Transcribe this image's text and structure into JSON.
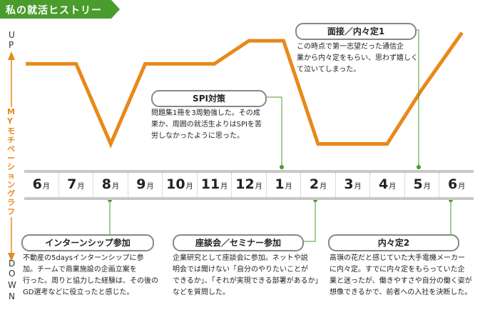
{
  "title": "私の就活ヒストリー",
  "axis": {
    "up": [
      "U",
      "P"
    ],
    "vertical": [
      "M",
      "Y",
      "モ",
      "チ",
      "ベ",
      "ー",
      "シ",
      "ョ",
      "ン",
      "グ",
      "ラ",
      "フ"
    ],
    "down": [
      "D",
      "O",
      "W",
      "N"
    ]
  },
  "months": [
    {
      "num": "6",
      "unit": "月"
    },
    {
      "num": "7",
      "unit": "月"
    },
    {
      "num": "8",
      "unit": "月"
    },
    {
      "num": "9",
      "unit": "月"
    },
    {
      "num": "10",
      "unit": "月"
    },
    {
      "num": "11",
      "unit": "月"
    },
    {
      "num": "12",
      "unit": "月"
    },
    {
      "num": "1",
      "unit": "月"
    },
    {
      "num": "2",
      "unit": "月"
    },
    {
      "num": "3",
      "unit": "月"
    },
    {
      "num": "4",
      "unit": "月"
    },
    {
      "num": "5",
      "unit": "月"
    },
    {
      "num": "6",
      "unit": "月"
    }
  ],
  "callouts": {
    "interview": {
      "label": "面接／内々定1",
      "lines": [
        "この時点で第一志望だった通信企",
        "業から内々定をもらい、思わず嬉しく",
        "て泣いてしまった。"
      ]
    },
    "spi": {
      "label": "SPI対策",
      "lines": [
        "問題集1冊を3周勉強した。その成",
        "果か、周囲の就活生よりはSPIを苦",
        "労しなかったように思った。"
      ]
    },
    "internship": {
      "label": "インターンシップ参加",
      "lines": [
        "不動産の5daysインターンシップに参",
        "加。チームで商業施設の企画立案を",
        "行った。周りと協力した経験は、その後の",
        "GD選考などに役立ったと感じた。"
      ]
    },
    "seminar": {
      "label": "座談会／セミナー参加",
      "lines": [
        "企業研究として座談会に参加。ネットや説",
        "明会では聞けない「自分のやりたいことが",
        "できるか」、「それが実現できる部署があるか」",
        "などを質問した。"
      ]
    },
    "naitei2": {
      "label": "内々定2",
      "lines": [
        "高嶺の花だと感じていた大手電機メーカー",
        "に内々定。すでに内々定をもらっていた企",
        "業と迷ったが、働きやすさや自分の働く姿が",
        "想像できるかで、前者への入社を決断した。"
      ]
    }
  },
  "chart_data": {
    "type": "line",
    "x": [
      "6月",
      "7月",
      "8月",
      "9月",
      "10月",
      "11月",
      "12月",
      "1月",
      "2月",
      "3月",
      "4月",
      "5月",
      "6月"
    ],
    "series": [
      {
        "points": [
          [
            0,
            0.74
          ],
          [
            1,
            0.74
          ],
          [
            2,
            0.15
          ],
          [
            3,
            0.74
          ],
          [
            4,
            0.74
          ],
          [
            5,
            0.74
          ],
          [
            6,
            0.91
          ],
          [
            7,
            0.91
          ],
          [
            8,
            0.15
          ],
          [
            9,
            0.15
          ],
          [
            10,
            0.15
          ],
          [
            11,
            0.55
          ],
          [
            12,
            0.97
          ]
        ]
      }
    ],
    "ylabel_top": "UP",
    "ylabel_bottom": "DOWN",
    "line_color": "#e8891a",
    "accent_color": "#4a9c2d"
  }
}
